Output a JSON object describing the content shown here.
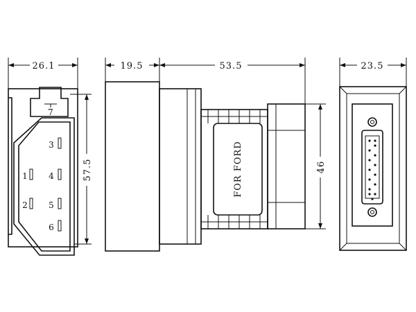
{
  "dimensions": {
    "width_left": "26.1",
    "height_left": "57.5",
    "side_plug": "19.5",
    "side_body": "53.5",
    "side_height": "46",
    "width_right": "23.5"
  },
  "label": "FOR FORD",
  "pins": [
    "7",
    "3",
    "1",
    "4",
    "2",
    "5",
    "6"
  ]
}
